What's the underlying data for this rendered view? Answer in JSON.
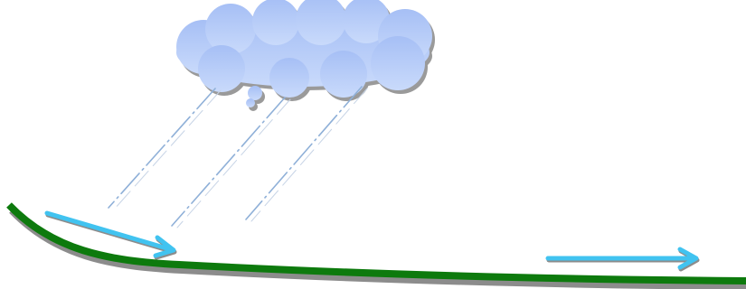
{
  "diagram": {
    "elements": [
      {
        "name": "rain-cloud",
        "icon": "cloud-icon"
      },
      {
        "name": "rain-streaks",
        "count": 3
      },
      {
        "name": "ground-slope"
      },
      {
        "name": "surface-runoff-arrow-upper",
        "icon": "arrow-right-icon"
      },
      {
        "name": "surface-runoff-arrow-lower",
        "icon": "arrow-right-icon"
      }
    ],
    "colors": {
      "cloud_top": "#a6bff5",
      "cloud_bottom": "#c9dafb",
      "cloud_shadow": "#9a9a9a",
      "rain": "#8fb0d8",
      "ground": "#0d7a0d",
      "ground_shadow": "#8c8c8c",
      "arrow": "#41c3f0",
      "background": "#ffffff"
    }
  }
}
